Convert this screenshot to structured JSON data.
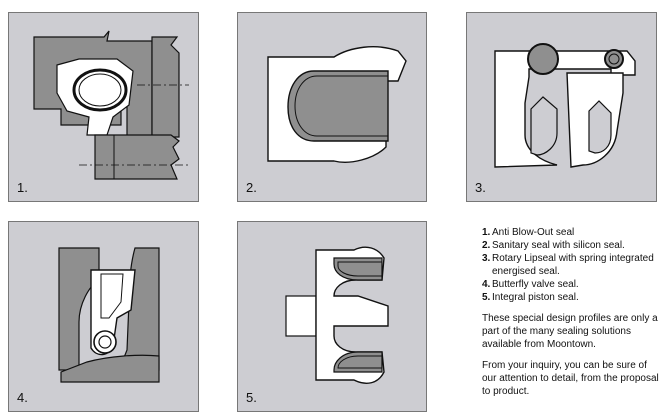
{
  "panels": [
    {
      "number": "1."
    },
    {
      "number": "2."
    },
    {
      "number": "3."
    },
    {
      "number": "4."
    },
    {
      "number": "5."
    }
  ],
  "legend": {
    "items": [
      {
        "num": "1.",
        "text": "Anti Blow-Out seal"
      },
      {
        "num": "2.",
        "text": "Sanitary seal with silicon seal."
      },
      {
        "num": "3.",
        "text": "Rotary Lipseal with spring integrated energised seal."
      },
      {
        "num": "4.",
        "text": "Butterfly valve seal."
      },
      {
        "num": "5.",
        "text": "Integral piston seal."
      }
    ],
    "paragraph1": "These special design profiles are only a part of the many sealing solutions available from Moontown.",
    "paragraph2": "From your inquiry, you can be sure of our attention to detail, from the proposal to product."
  },
  "colors": {
    "panel_bg": "#cdcdd2",
    "part_dark": "#8f8f8f",
    "seal_white": "#ffffff",
    "outline": "#111111"
  }
}
